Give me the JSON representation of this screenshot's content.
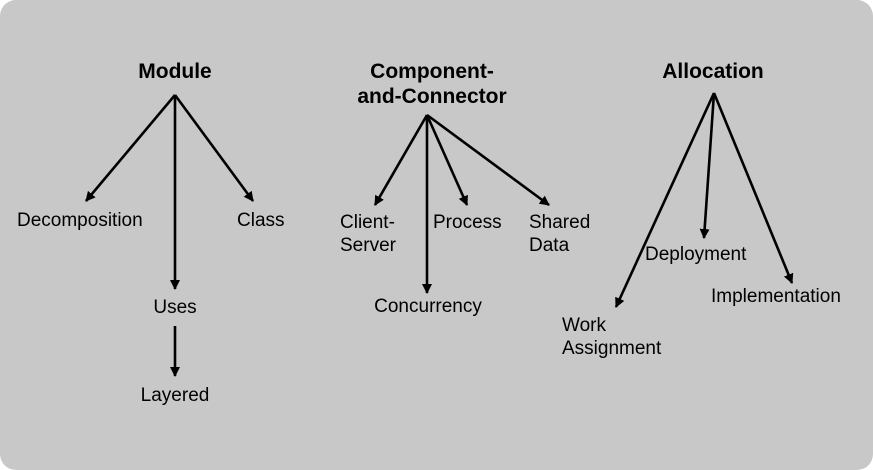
{
  "module": {
    "title": "Module",
    "children": [
      "Decomposition",
      "Uses",
      "Class"
    ],
    "uses_child": "Layered"
  },
  "cnc": {
    "title_line1": "Component-",
    "title_line2": "and-Connector",
    "children": {
      "client_server_line1": "Client-",
      "client_server_line2": "Server",
      "concurrency": "Concurrency",
      "process": "Process",
      "shared_data_line1": "Shared",
      "shared_data_line2": "Data"
    }
  },
  "allocation": {
    "title": "Allocation",
    "children": {
      "work_assignment_line1": "Work",
      "work_assignment_line2": "Assignment",
      "deployment": "Deployment",
      "implementation": "Implementation"
    }
  },
  "colors": {
    "background": "#c8c8c8",
    "foreground": "#000000"
  }
}
